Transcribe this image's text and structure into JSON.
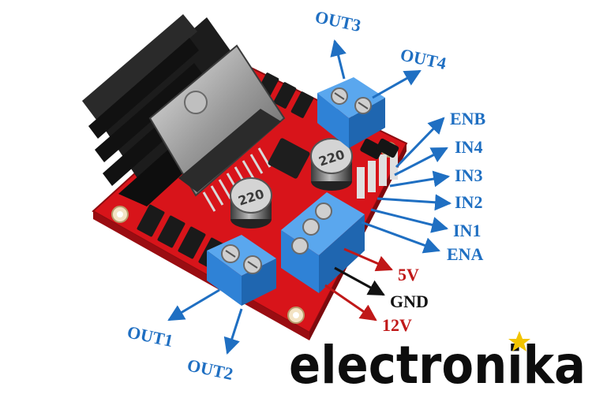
{
  "colors": {
    "label_blue": "#1f6fc2",
    "power_red": "#c01818",
    "gnd_black": "#111111",
    "board_red": "#d8141a",
    "terminal_blue": "#2f82d6",
    "heatsink_black": "#1c1c1c",
    "brand_yellow": "#f2c400"
  },
  "labels": {
    "out1": "OUT1",
    "out2": "OUT2",
    "out3": "OUT3",
    "out4": "OUT4",
    "enb": "ENB",
    "in4": "IN4",
    "in3": "IN3",
    "in2": "IN2",
    "in1": "IN1",
    "ena": "ENA",
    "v5": "5V",
    "gnd": "GND",
    "v12": "12V"
  },
  "components": {
    "capacitor_marking": "220"
  },
  "brand": {
    "text": "electronika"
  }
}
